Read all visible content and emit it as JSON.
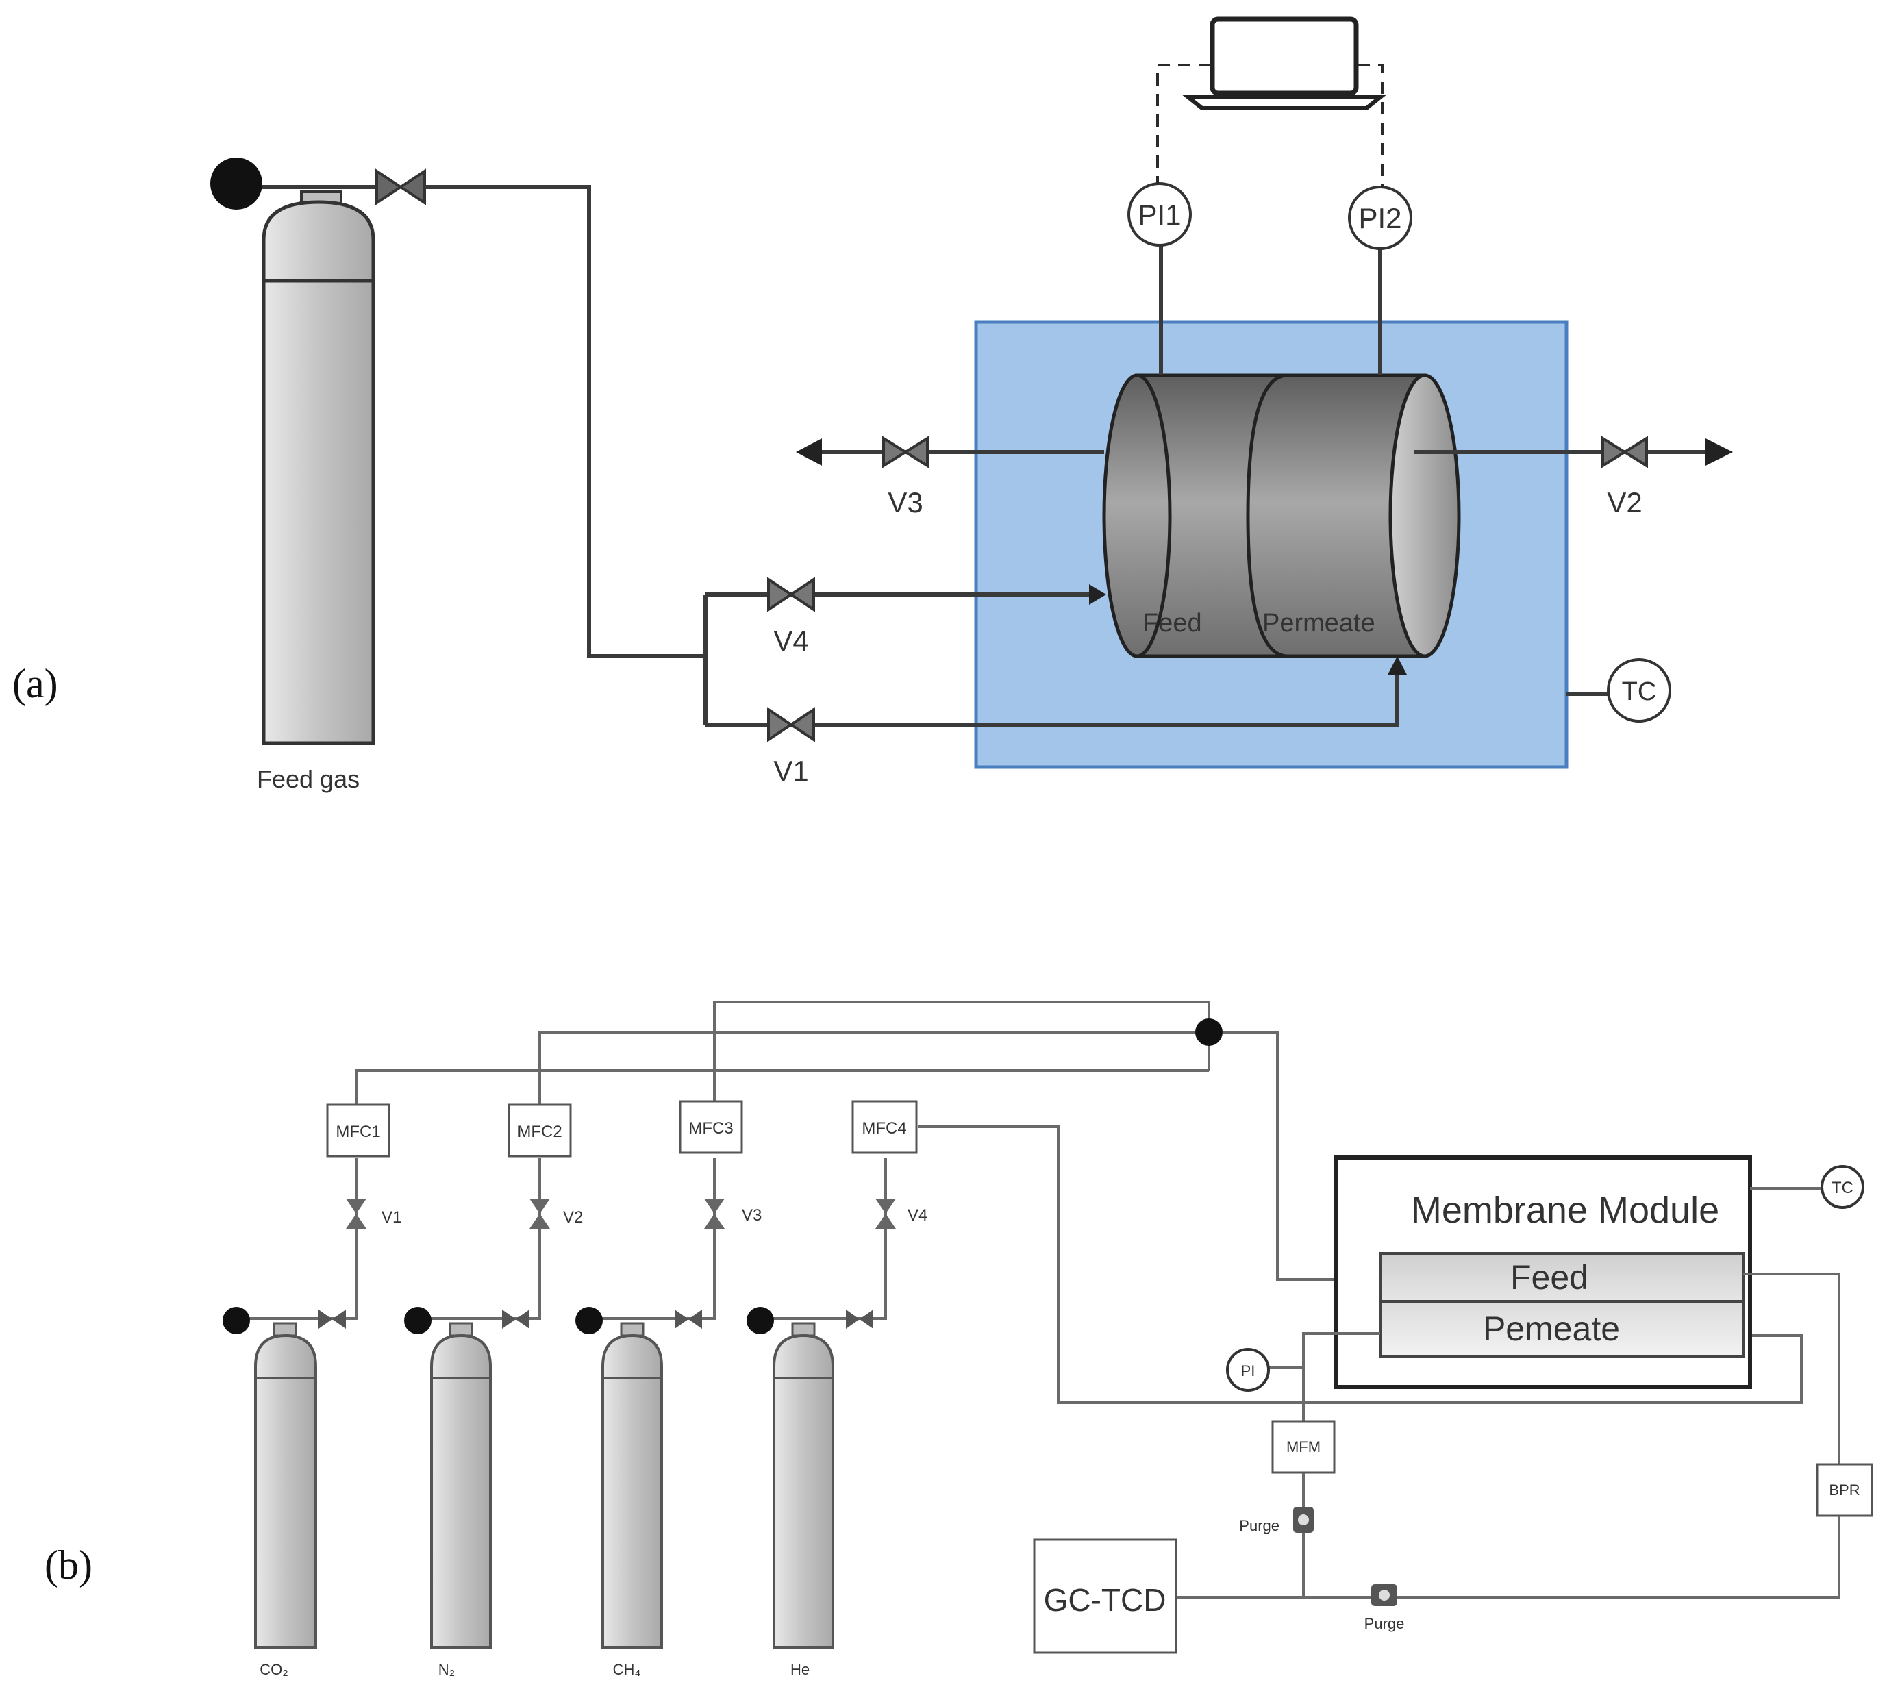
{
  "panel_a": {
    "label": "(a)",
    "cylinder_label": "Feed gas",
    "gauges": {
      "pi1": "PI1",
      "pi2": "PI2",
      "tc": "TC"
    },
    "valves": {
      "v1": "V1",
      "v2": "V2",
      "v3": "V3",
      "v4": "V4"
    },
    "module": {
      "feed": "Feed",
      "permeate": "Permeate"
    },
    "colors": {
      "bath": "#a3c5e9",
      "bath_border": "#4a7fbf",
      "cylinder": "#c8c8c8",
      "module": "#8a8a8a"
    }
  },
  "panel_b": {
    "label": "(b)",
    "mfc": [
      "MFC1",
      "MFC2",
      "MFC3",
      "MFC4"
    ],
    "valves": [
      "V1",
      "V2",
      "V3",
      "V4"
    ],
    "gases": [
      "CO₂",
      "N₂",
      "CH₄",
      "He"
    ],
    "module_title": "Membrane Module",
    "feed": "Feed",
    "permeate": "Pemeate",
    "tc": "TC",
    "pi": "PI",
    "mfm": "MFM",
    "bpr": "BPR",
    "purge_1": "Purge",
    "purge_2": "Purge",
    "gc": "GC-TCD"
  }
}
